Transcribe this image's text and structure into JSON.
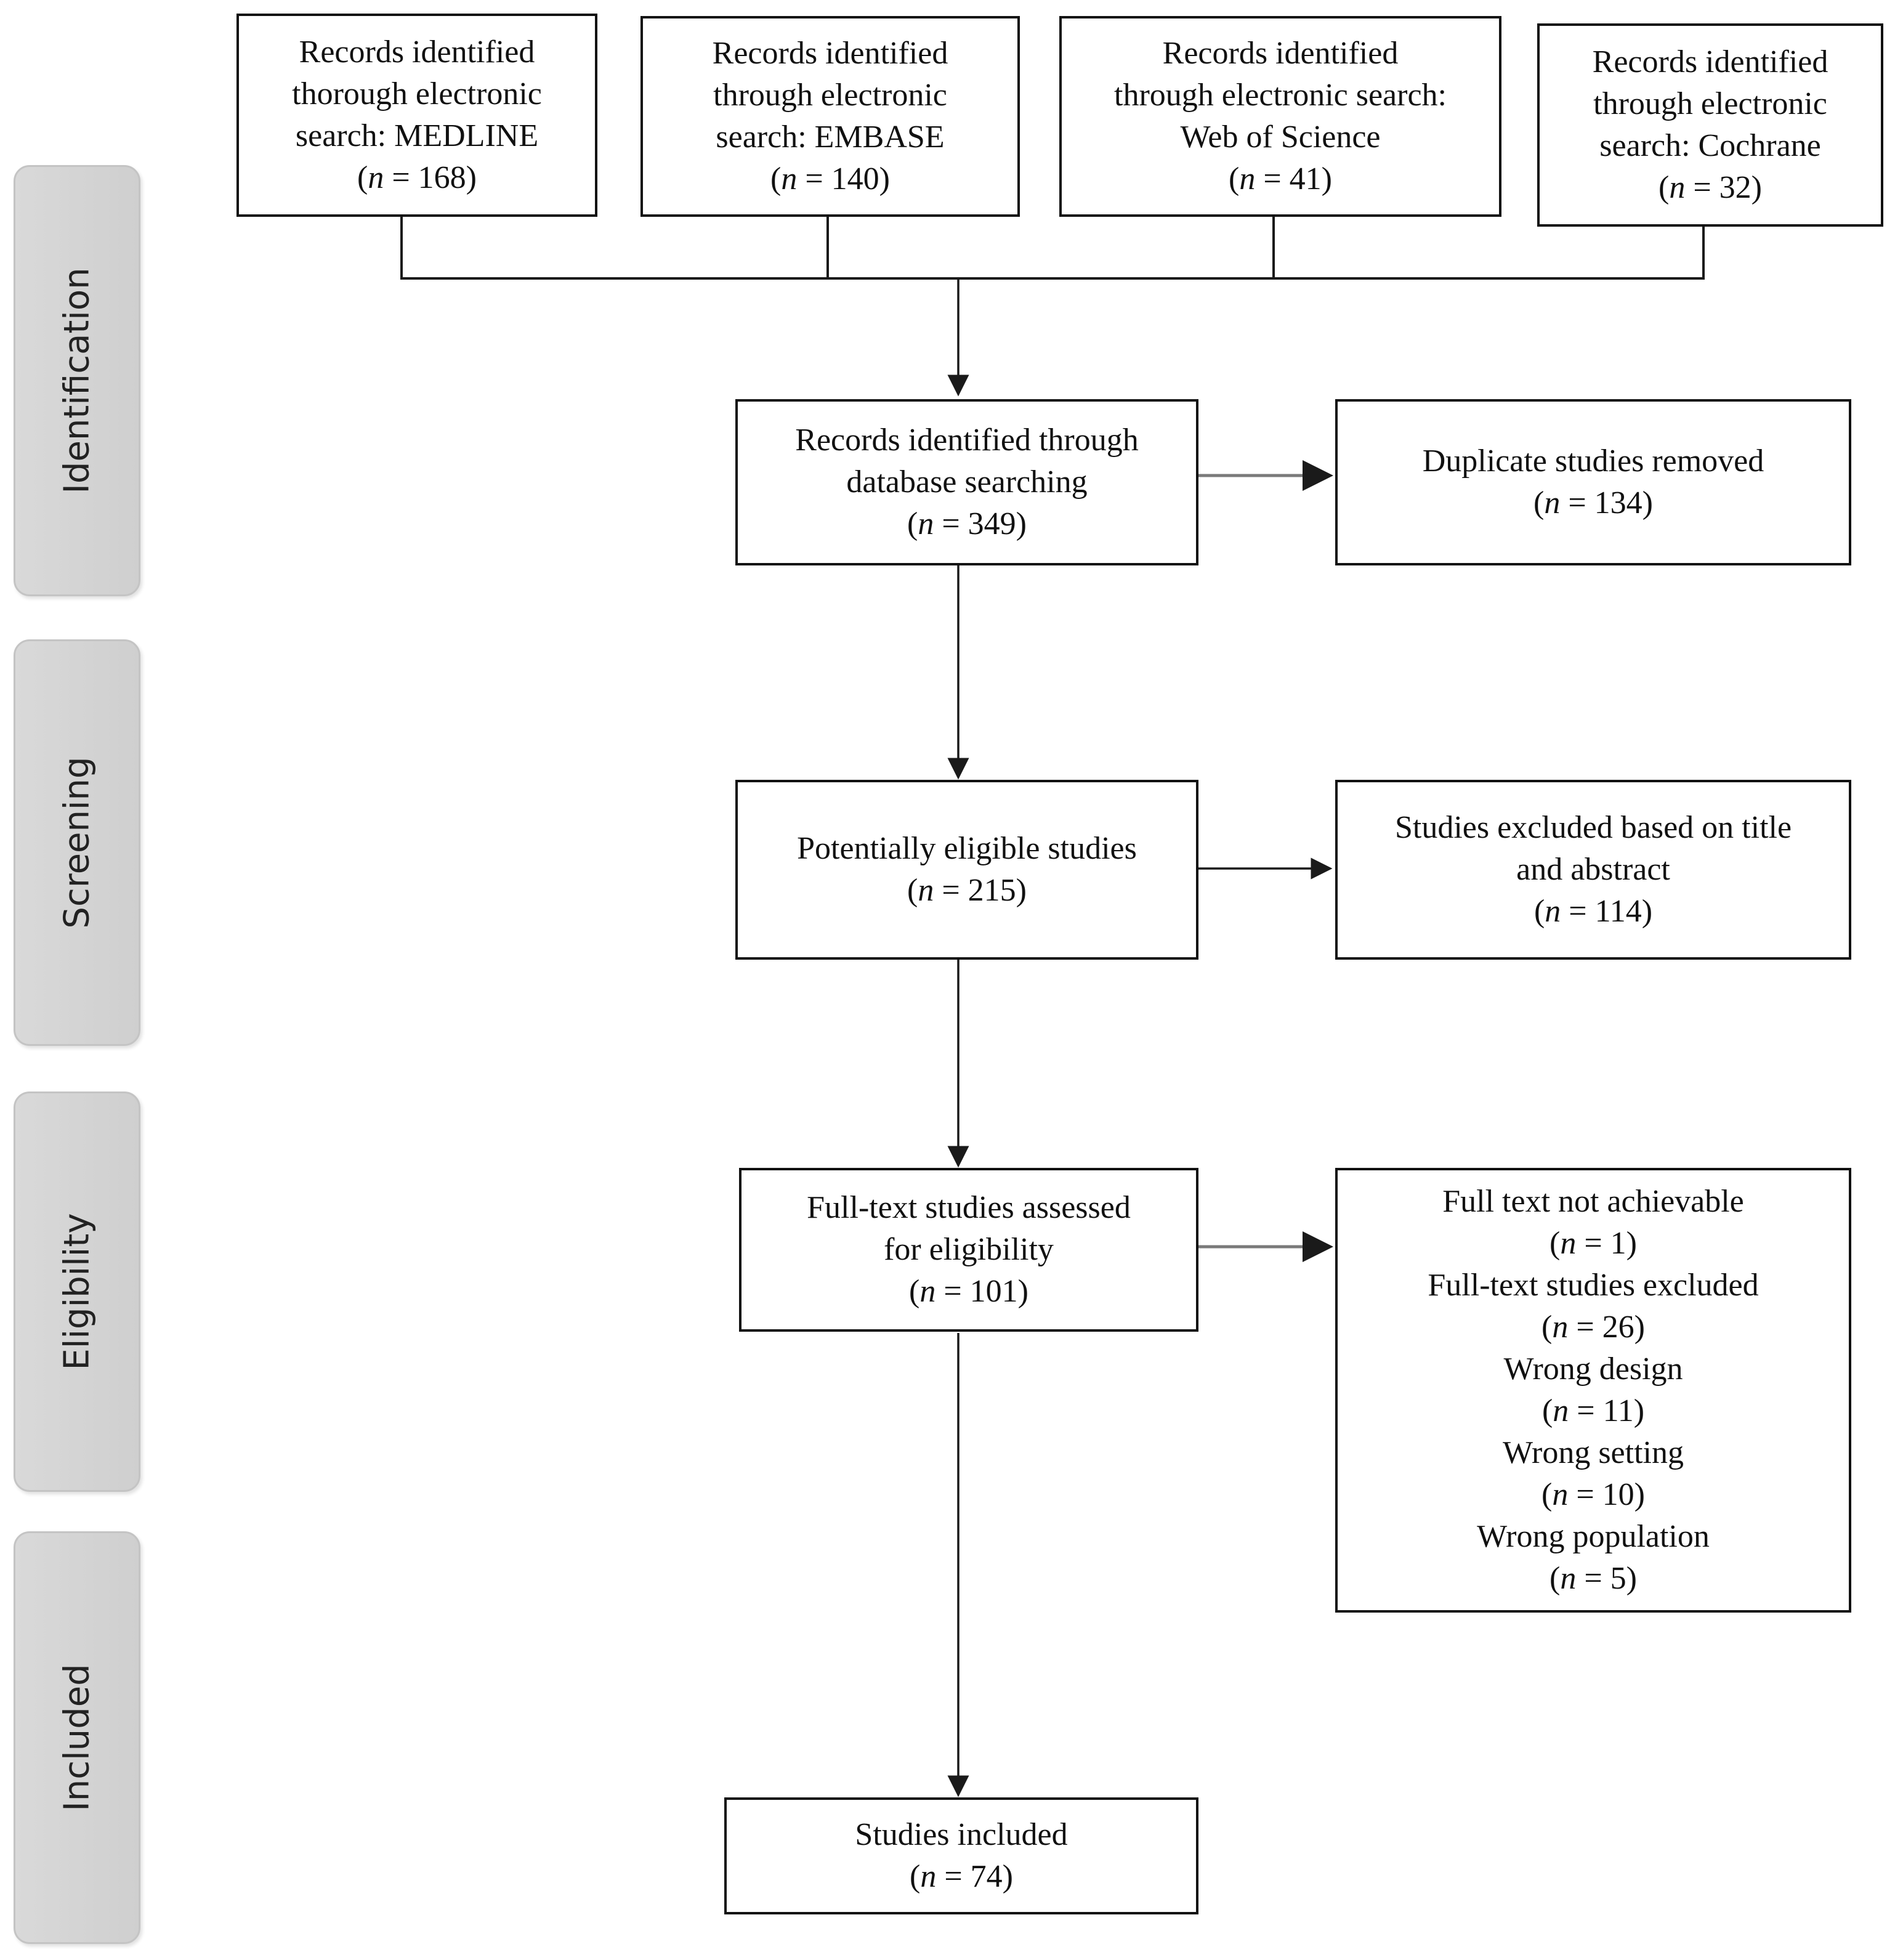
{
  "phases": [
    {
      "label": "Identification"
    },
    {
      "label": "Screening"
    },
    {
      "label": "Eligibility"
    },
    {
      "label": "Included"
    }
  ],
  "sources": [
    {
      "lines": [
        "Records identified",
        "thorough electronic",
        "search: MEDLINE"
      ],
      "n": "168"
    },
    {
      "lines": [
        "Records identified",
        "through electronic",
        "search: EMBASE"
      ],
      "n": "140"
    },
    {
      "lines": [
        "Records identified",
        "through electronic search:",
        "Web of Science"
      ],
      "n": "41"
    },
    {
      "lines": [
        "Records identified",
        "through electronic",
        "search: Cochrane"
      ],
      "n": "32"
    }
  ],
  "records_db": {
    "lines": [
      "Records identified through",
      "database searching"
    ],
    "n": "349"
  },
  "duplicates": {
    "lines": [
      "Duplicate studies removed"
    ],
    "n": "134"
  },
  "eligible": {
    "lines": [
      "Potentially eligible studies"
    ],
    "n": "215"
  },
  "excluded_title": {
    "lines": [
      "Studies excluded based on title",
      "and abstract"
    ],
    "n": "114"
  },
  "fulltext": {
    "lines": [
      "Full-text studies assessed",
      "for eligibility"
    ],
    "n": "101"
  },
  "fulltext_excluded": {
    "groups": [
      {
        "label": "Full text not achievable",
        "n": "1"
      },
      {
        "label": "Full-text studies excluded",
        "n": "26"
      },
      {
        "label": "Wrong design",
        "n": "11"
      },
      {
        "label": "Wrong setting",
        "n": "10"
      },
      {
        "label": "Wrong population",
        "n": "5"
      }
    ]
  },
  "included": {
    "lines": [
      "Studies included"
    ],
    "n": "74"
  },
  "n_prefix": "(",
  "n_symbol": "n",
  "n_eq": " = ",
  "n_suffix": ")"
}
